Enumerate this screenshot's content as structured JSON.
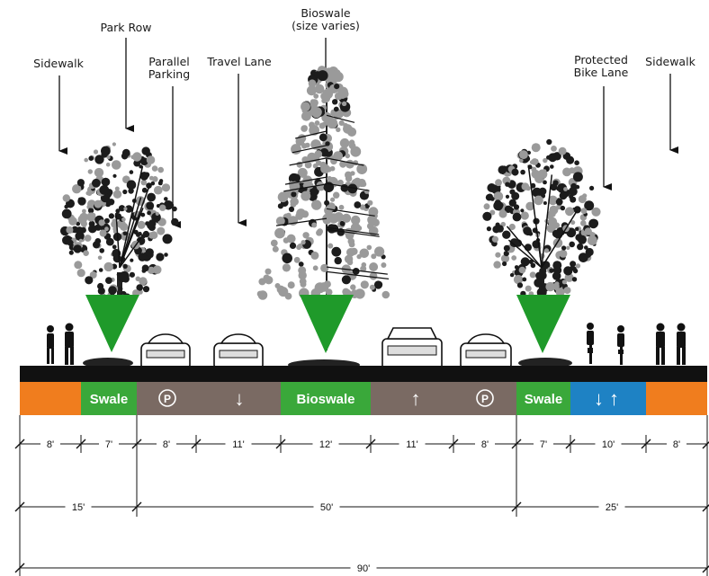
{
  "callouts": {
    "sidewalk_left": "Sidewalk",
    "park_row": "Park Row",
    "parallel_parking": "Parallel\nParking",
    "travel_lane": "Travel Lane",
    "bioswale": "Bioswale\n(size varies)",
    "protected_bike_lane": "Protected\nBike Lane",
    "sidewalk_right": "Sidewalk"
  },
  "strip": {
    "swale_left": "Swale",
    "parking_symbol_left": "P",
    "down_arrow": "↓",
    "bioswale": "Bioswale",
    "up_arrow": "↑",
    "parking_symbol_right": "P",
    "swale_right": "Swale",
    "bike_arrows": "↓ ↑"
  },
  "dimensions": {
    "row1": [
      "8'",
      "7'",
      "8'",
      "11'",
      "12'",
      "11'",
      "8'",
      "7'",
      "10'",
      "8'"
    ],
    "row2": [
      "15'",
      "50'",
      "25'"
    ],
    "row3": [
      "90'"
    ]
  },
  "colors": {
    "sidewalk": "#f07d1e",
    "swale": "#3aa83a",
    "road": "#7a6a63",
    "bike_lane": "#1e82c4",
    "tree_dark": "#1c1c1c",
    "tree_light": "#9a9a9a",
    "marker": "#1f9a2a"
  }
}
